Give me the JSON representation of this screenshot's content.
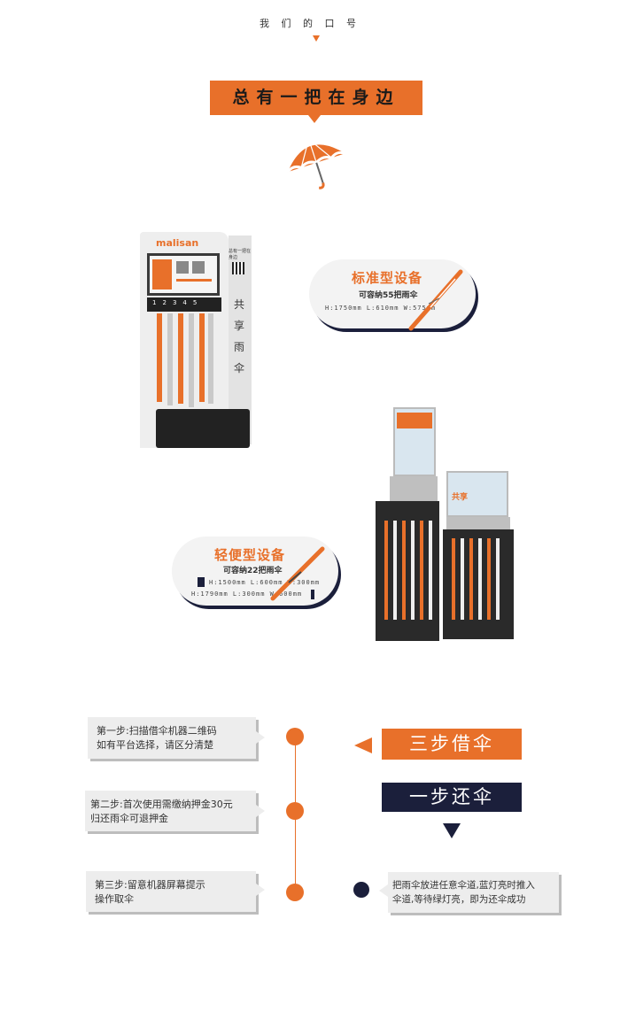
{
  "header": {
    "title": "我 们 的 口 号",
    "slogan": "总有一把在身边"
  },
  "standard": {
    "title": "标准型设备",
    "capacity": "可容纳55把雨伞",
    "spec": "H:1750mm  L:610mm  W:575mm",
    "brand": "malisan",
    "side_text": "共享雨伞",
    "slots": [
      "1",
      "2",
      "3",
      "4",
      "5"
    ],
    "screen_text": "总有一把在身边"
  },
  "light": {
    "title": "轻便型设备",
    "capacity": "可容纳22把雨伞",
    "spec1": "H:1500mm  L:600mm  W:300mm",
    "spec2": "H:1790mm  L:300mm  W:600mm",
    "panel_text": "共享"
  },
  "steps": {
    "borrow_label": "三步借伞",
    "return_label": "一步还伞",
    "step1": [
      "第一步:扫描借伞机器二维码",
      "如有平台选择，请区分清楚"
    ],
    "step2": [
      "第二步:首次使用需缴纳押金30元",
      "归还雨伞可退押金"
    ],
    "step3": [
      "第三步:留意机器屏幕提示",
      "操作取伞"
    ],
    "return_text": [
      "把雨伞放进任意伞道,蓝灯亮时推入",
      "伞道,等待绿灯亮，即为还伞成功"
    ]
  },
  "colors": {
    "accent": "#e8702a",
    "navy": "#1b1f3b"
  }
}
